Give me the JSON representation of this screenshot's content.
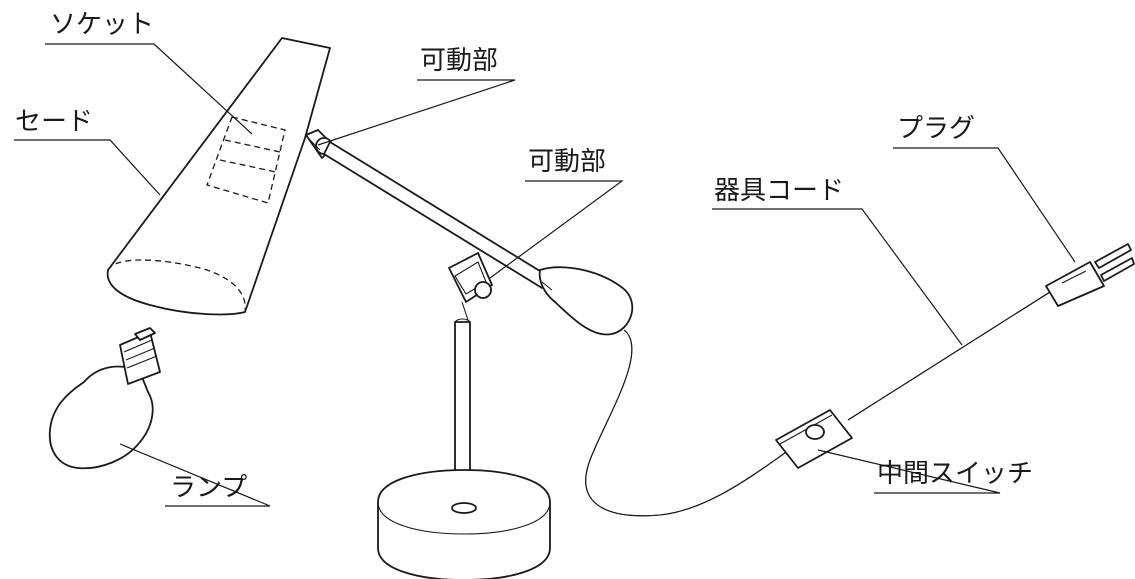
{
  "labels": {
    "socket": "ソケット",
    "shade": "セード",
    "joint_upper": "可動部",
    "joint_lower": "可動部",
    "plug": "プラグ",
    "cord": "器具コード",
    "switch": "中間スイッチ",
    "lamp": "ランプ"
  },
  "colors": {
    "line": "#1a1a1a",
    "background": "#ffffff"
  }
}
